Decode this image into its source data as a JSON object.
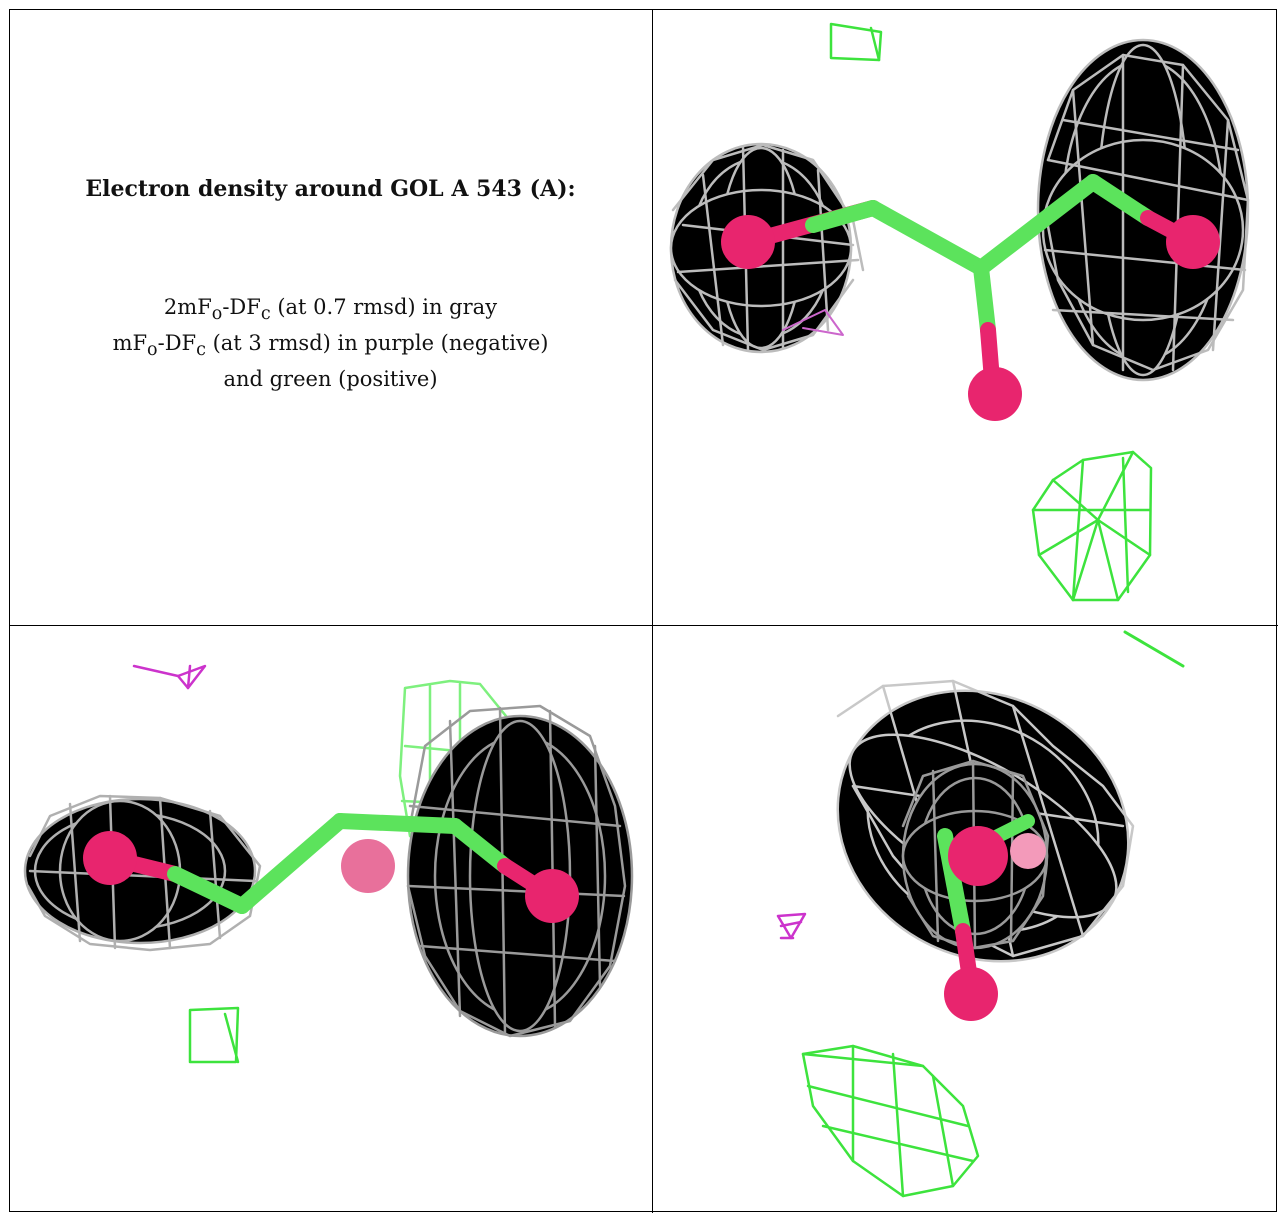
{
  "caption": {
    "title": "Electron density around GOL A 543 (A):",
    "line1": "2mF<sub>o</sub>-DF<sub>c</sub> (at 0.7 rmsd) in gray",
    "line2": "mF<sub>o</sub>-DF<sub>c</sub> (at 3 rmsd) in purple (negative)",
    "line3": "and green (positive)"
  },
  "colors": {
    "mesh_2fofc": "#b8b8b8",
    "mesh_positive": "#3de33d",
    "mesh_negative": "#cc33cc",
    "carbon": "#5ce35c",
    "oxygen": "#e8256e"
  },
  "panels": [
    {
      "name": "view-top-right"
    },
    {
      "name": "view-bottom-left"
    },
    {
      "name": "view-bottom-right"
    }
  ]
}
